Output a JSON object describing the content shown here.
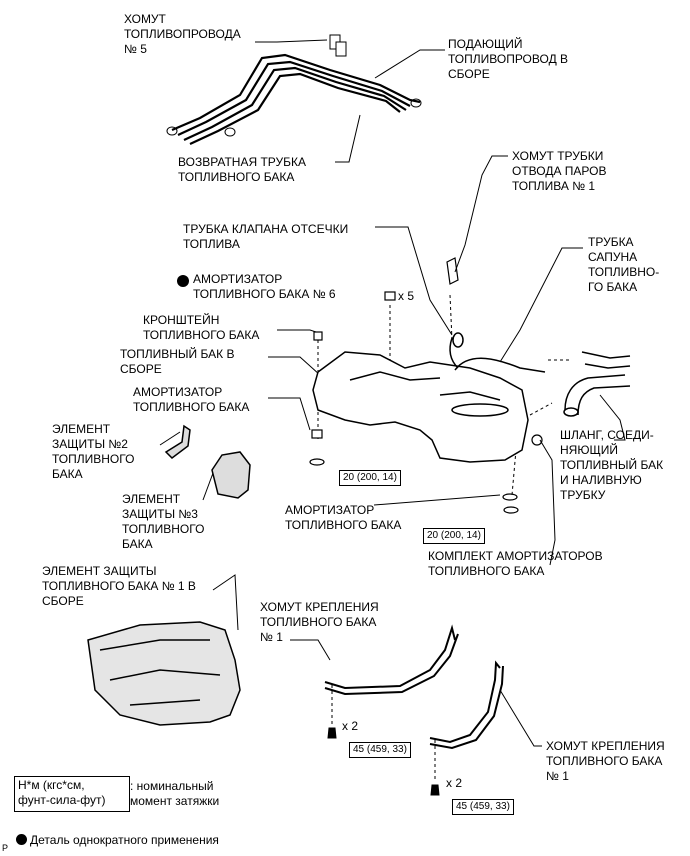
{
  "labels": {
    "pipe_clamp5": "ХОМУТ\nТОПЛИВОПРОВОДА\n№ 5",
    "main_fuel_tube": "ПОДАЮЩИЙ\nТОПЛИВОПРОВОД В\nСБОРЕ",
    "return_tube": "ВОЗВРАТНАЯ ТРУБКА\nТОПЛИВНОГО БАКА",
    "vapor_clamp": "ХОМУТ ТРУБКИ\nОТВОДА ПАРОВ\nТОПЛИВА № 1",
    "cutoff_valve_tube": "ТРУБКА КЛАПАНА ОТСЕЧКИ\nТОПЛИВА",
    "breather_tube": "ТРУБКА\nСАПУНА\nТОПЛИВНО-\nГО БАКА",
    "cushion6": "АМОРТИЗАТОР\nТОПЛИВНОГО БАКА № 6",
    "tank_bracket": "КРОНШТЕЙН\nТОПЛИВНОГО БАКА",
    "tank_assy": "ТОПЛИВНЫЙ БАК В\nСБОРЕ",
    "cushion_left": "АМОРТИЗАТОР\nТОПЛИВНОГО БАКА",
    "protector2": "ЭЛЕМЕНТ\nЗАЩИТЫ №2\nТОПЛИВНОГО\nБАКА",
    "protector3": "ЭЛЕМЕНТ\nЗАЩИТЫ №3\nТОПЛИВНОГО\nБАКА",
    "hose": "ШЛАНГ, СОЕДИ-\nНЯЮЩИЙ\nТОПЛИВНЫЙ БАК\nИ НАЛИВНУЮ\nТРУБКУ",
    "cushion_center": "АМОРТИЗАТОР\nТОПЛИВНОГО БАКА",
    "cushion_set": "КОМПЛЕКТ АМОРТИЗАТОРОВ\nТОПЛИВНОГО БАКА",
    "protector1": "ЭЛЕМЕНТ ЗАЩИТЫ\nТОПЛИВНОГО БАКА № 1 В\nСБОРЕ",
    "band1_upper": "ХОМУТ КРЕПЛЕНИЯ\nТОПЛИВНОГО БАКА\n№ 1",
    "band1_lower": "ХОМУТ КРЕПЛЕНИЯ\nТОПЛИВНОГО БАКА\n№ 1"
  },
  "torques": {
    "t1": "20 (200, 14)",
    "t2": "20 (200, 14)",
    "t3": "45 (459, 33)",
    "t4": "45 (459, 33)"
  },
  "multipliers": {
    "m1": "x 5",
    "m2": "x 2",
    "m3": "x 2"
  },
  "legend": {
    "unit_box": "Н*м (кгс*см,\nфунт-сила-фут)",
    "unit_desc": ": номинальный\nмомент затяжки",
    "non_reusable": "Деталь однократного применения"
  },
  "corner_mark": "P"
}
